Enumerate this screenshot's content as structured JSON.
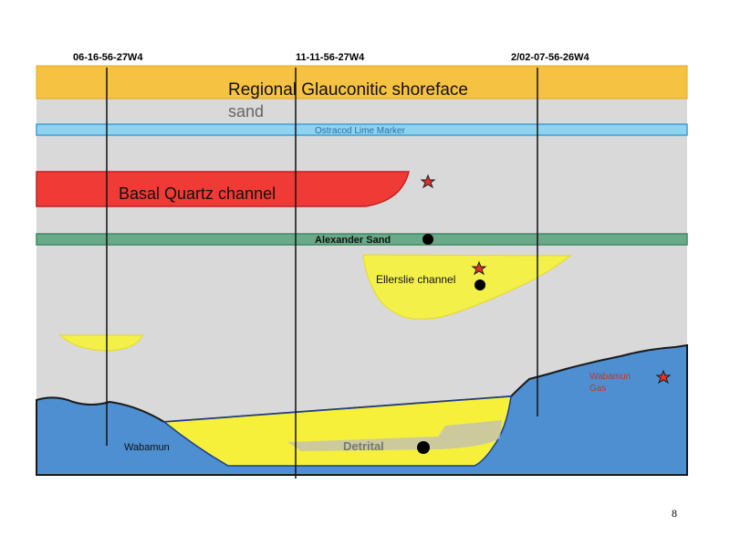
{
  "wells": [
    "06-16-56-27W4",
    "11-11-56-27W4",
    "2/02-07-56-26W4"
  ],
  "units": {
    "regional_line1": "Regional   Glauconitic shoreface",
    "regional_line2": "sand",
    "ostracod": "Ostracod Lime Marker",
    "basal_quartz": "Basal Quartz channel",
    "alexander": "Alexander Sand",
    "ellerslie": "Ellerslie channel",
    "wabamun": "Wabamun",
    "wabamun_gas_line1": "Wabamun",
    "wabamun_gas_line2": "Gas",
    "detrital": "Detrital"
  },
  "legend_symbols": {
    "gas_show": "red-star-icon",
    "oil_show": "black-dot-icon"
  },
  "colors": {
    "background": "#d9d9d9",
    "regional": "#f6c242",
    "ostracod": "#8fd3f0",
    "basal_quartz": "#f03a36",
    "alexander": "#6aa98a",
    "ellerslie": "#f4f04a",
    "wabamun": "#4d8fd1",
    "detrital": "#f6f03a",
    "gas_text": "#c0392b"
  },
  "page_number": "8"
}
